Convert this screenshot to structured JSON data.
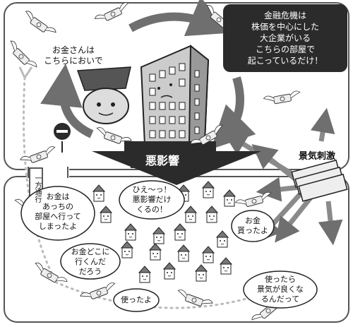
{
  "top_left_caption": "お金さんは\nこちらにおいで",
  "info_box": "金融危機は\n株価を中心にした\n大企業がいる\nこちらの部屋で\n起こっているだけ！",
  "banner": "悪影響",
  "stimulus_label": "景気刺激",
  "one_way_sign": "一方通行",
  "bubbles": {
    "scared": "ひえ～っ！\n悪影響だけ\nくるの！",
    "money_went": "お金は\nあっちの\n部屋へ行って\nしまったよ",
    "where_money": "お金どこに\n行くんだ\nだろう",
    "got_money": "お金\n貰ったよ",
    "used_it": "使ったよ",
    "if_used": "使ったら\n景気が良くな\nるんだって"
  },
  "colors": {
    "arrow": "#6f6f6f",
    "dark": "#2b2b2b",
    "room_border": "#555555"
  }
}
